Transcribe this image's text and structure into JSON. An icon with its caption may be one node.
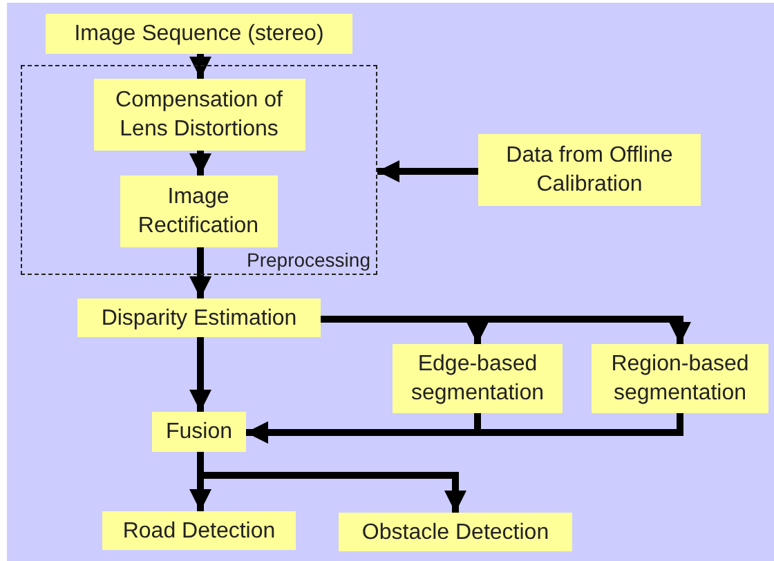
{
  "diagram": {
    "nodes": [
      {
        "text": [
          "Image Sequence (stereo)"
        ]
      },
      {
        "text": [
          "Preprocessing"
        ]
      },
      {
        "text": [
          "Compensation of Lens Distortions"
        ],
        "in": 1
      },
      {
        "text": [
          "Image Rectification"
        ],
        "in": 1
      },
      {
        "text": [
          "Data from Offline Calibration"
        ]
      },
      {
        "text": [
          "Disparity Estimation"
        ]
      },
      {
        "text": [
          "Edge-based segmentation"
        ]
      },
      {
        "text": [
          "Region-based segmentation"
        ]
      },
      {
        "text": [
          "Fusion"
        ]
      },
      {
        "text": [
          "Road Detection"
        ]
      },
      {
        "text": [
          "Obstacle Detection"
        ]
      }
    ],
    "edges": [
      {
        "from": 0,
        "to": 2,
        "arrow": "to"
      },
      {
        "from": 2,
        "to": 3,
        "arrow": "to"
      },
      {
        "from": 4,
        "to": 1,
        "arrow": "to"
      },
      {
        "from": 3,
        "to": 5,
        "arrow": "to"
      },
      {
        "from": 5,
        "to": 6,
        "arrow": "to"
      },
      {
        "from": 5,
        "to": 7,
        "arrow": "to"
      },
      {
        "from": 5,
        "to": 8,
        "arrow": "to"
      },
      {
        "from": 6,
        "to": 8,
        "arrow": "to"
      },
      {
        "from": 7,
        "to": 8,
        "arrow": "to"
      },
      {
        "from": 8,
        "to": 9,
        "arrow": "to"
      },
      {
        "from": 8,
        "to": 10,
        "arrow": "to"
      }
    ]
  }
}
